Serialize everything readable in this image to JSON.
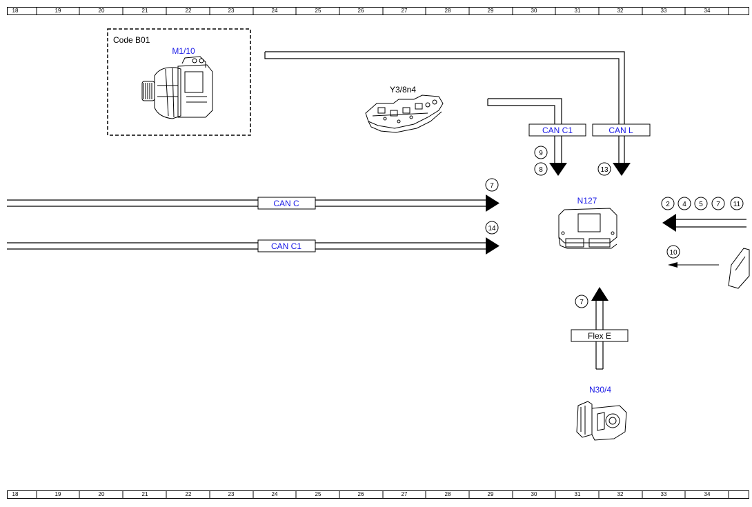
{
  "ruler": [
    "18",
    "19",
    "20",
    "21",
    "22",
    "23",
    "24",
    "25",
    "26",
    "27",
    "28",
    "29",
    "30",
    "31",
    "32",
    "33",
    "34"
  ],
  "components": {
    "m1_10": {
      "code": "Code B01",
      "id": "M1/10"
    },
    "y3_8n4": {
      "id": "Y3/8n4"
    },
    "n127": {
      "id": "N127"
    },
    "n30_4": {
      "id": "N30/4"
    }
  },
  "bus_labels": {
    "can_c_left": "CAN C",
    "can_c1_left": "CAN C1",
    "can_c1_top": "CAN C1",
    "can_l_top": "CAN L",
    "flex_e": "Flex E"
  },
  "markers": {
    "can_c_left": "7",
    "can_c1_left": "14",
    "top_can_c1_a": "9",
    "top_can_c1_b": "8",
    "top_can_l": "13",
    "flex_e": "7",
    "right_2": "2",
    "right_4": "4",
    "right_5": "5",
    "right_7": "7",
    "right_11": "11",
    "right_10": "10"
  },
  "colors": {
    "component_label": "#1a1ae6",
    "line": "#000000"
  }
}
